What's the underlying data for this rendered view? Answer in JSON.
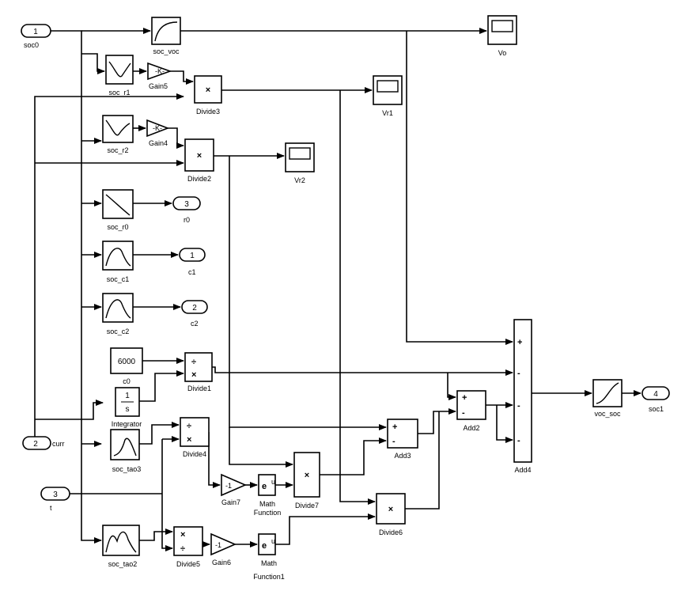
{
  "inports": [
    {
      "id": "in1",
      "number": "1",
      "label": "soc0"
    },
    {
      "id": "in2",
      "number": "2",
      "label": "curr"
    },
    {
      "id": "in3",
      "number": "3",
      "label": "t"
    }
  ],
  "outports": [
    {
      "id": "out_r0",
      "number": "3",
      "label": "r0"
    },
    {
      "id": "out_c1",
      "number": "1",
      "label": "c1"
    },
    {
      "id": "out_c2",
      "number": "2",
      "label": "c2"
    },
    {
      "id": "out_soc1",
      "number": "4",
      "label": "soc1"
    }
  ],
  "lookups": [
    {
      "id": "soc_voc",
      "label": "soc_voc"
    },
    {
      "id": "soc_r1",
      "label": "soc_r1"
    },
    {
      "id": "soc_r2",
      "label": "soc_r2"
    },
    {
      "id": "soc_r0",
      "label": "soc_r0"
    },
    {
      "id": "soc_c1",
      "label": "soc_c1"
    },
    {
      "id": "soc_c2",
      "label": "soc_c2"
    },
    {
      "id": "soc_tao3",
      "label": "soc_tao3"
    },
    {
      "id": "soc_tao2",
      "label": "soc_tao2"
    },
    {
      "id": "voc_soc",
      "label": "voc_soc"
    }
  ],
  "scopes": [
    {
      "id": "Vo",
      "label": "Vo"
    },
    {
      "id": "Vr1",
      "label": "Vr1"
    },
    {
      "id": "Vr2",
      "label": "Vr2"
    }
  ],
  "gains": [
    {
      "id": "Gain5",
      "label": "Gain5",
      "symbol": "-K-"
    },
    {
      "id": "Gain4",
      "label": "Gain4",
      "symbol": "-K-"
    },
    {
      "id": "Gain7",
      "label": "Gain7",
      "symbol": "-1"
    },
    {
      "id": "Gain6",
      "label": "Gain6",
      "symbol": "-1"
    }
  ],
  "products": [
    {
      "id": "Divide3",
      "label": "Divide3",
      "symbol": "×"
    },
    {
      "id": "Divide2",
      "label": "Divide2",
      "symbol": "×"
    },
    {
      "id": "Divide7",
      "label": "Divide7",
      "symbol": "×"
    },
    {
      "id": "Divide6",
      "label": "Divide6",
      "symbol": "×"
    }
  ],
  "divides": [
    {
      "id": "Divide1",
      "label": "Divide1",
      "top": "÷",
      "bottom": "×"
    },
    {
      "id": "Divide4",
      "label": "Divide4",
      "top": "÷",
      "bottom": "×"
    },
    {
      "id": "Divide5",
      "label": "Divide5",
      "top": "×",
      "bottom": "÷"
    }
  ],
  "constant": {
    "value": "6000",
    "label": "c0"
  },
  "integrator": {
    "label": "Integrator",
    "num": "1",
    "den": "s"
  },
  "math": [
    {
      "id": "MathFunction",
      "label1": "Math",
      "label2": "Function",
      "symbol": "e"
    },
    {
      "id": "MathFunction1",
      "label1": "Math",
      "label2": "Function1",
      "symbol": "e"
    }
  ],
  "sums": [
    {
      "id": "Add3",
      "label": "Add3",
      "signs": [
        "+",
        "-"
      ]
    },
    {
      "id": "Add2",
      "label": "Add2",
      "signs": [
        "+",
        "-"
      ]
    },
    {
      "id": "Add4",
      "label": "Add4",
      "signs": [
        "+",
        "-",
        "-",
        "-"
      ]
    }
  ]
}
